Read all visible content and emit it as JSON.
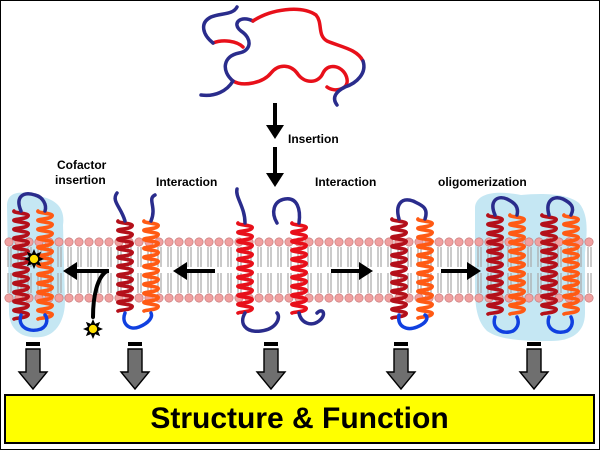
{
  "labels": {
    "insertion": "Insertion",
    "cofactor_line1": "Cofactor",
    "cofactor_line2": "insertion",
    "interaction_left": "Interaction",
    "interaction_right": "Interaction",
    "oligomerization": "oligomerization"
  },
  "banner": {
    "text": "Structure & Function"
  },
  "colors": {
    "helix_red": "#e8101a",
    "helix_dark_red": "#b4101a",
    "helix_orange": "#ff5a14",
    "loop_navy": "#2a2c8c",
    "loop_blue": "#1040e0",
    "lipid_head": "#f0a0a0",
    "lipid_tail": "#a8a8a8",
    "halo": "#bfe4f2",
    "cofactor": "#ffe000",
    "banner_fill": "#ffff00",
    "arrow_gray": "#6f6f6f"
  },
  "icons": [
    "cofactor-star-icon",
    "down-arrow-icon",
    "right-arrow-icon",
    "left-arrow-icon"
  ]
}
